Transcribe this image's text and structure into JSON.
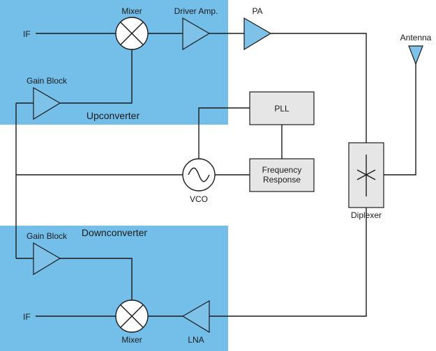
{
  "colors": {
    "region_fill": "#74bfea",
    "amp_fill": "#7ec2ea",
    "box_fill": "#e6e6e6",
    "line": "#1a1a1a"
  },
  "regions": {
    "upconverter": "Upconverter",
    "downconverter": "Downconverter"
  },
  "labels": {
    "if_top": "IF",
    "if_bottom": "IF",
    "mixer_top": "Mixer",
    "mixer_bottom": "Mixer",
    "driver_amp": "Driver Amp.",
    "pa": "PA",
    "antenna": "Antenna",
    "gain_block_top": "Gain Block",
    "gain_block_bottom": "Gain Block",
    "pll": "PLL",
    "frequency_response_line1": "Frequency",
    "frequency_response_line2": "Response",
    "vco": "VCO",
    "diplexer": "Diplexer",
    "lna": "LNA"
  }
}
